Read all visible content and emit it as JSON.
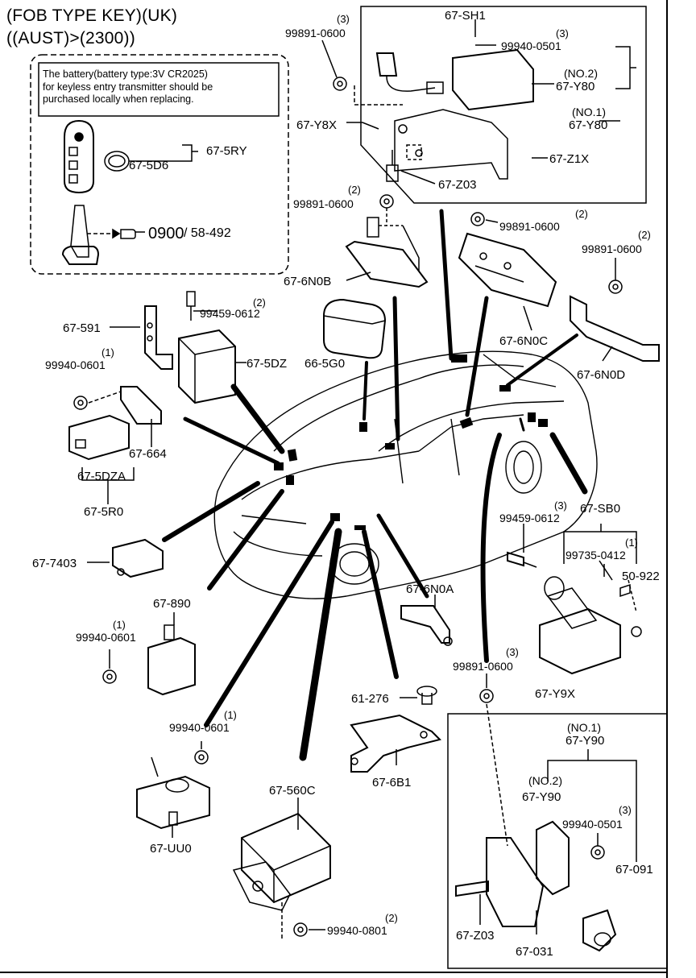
{
  "header": {
    "line1": "(FOB TYPE KEY)(UK)",
    "line2": "((AUST)>(2300))"
  },
  "note": {
    "line1": "The battery(battery type:3V CR2025)",
    "line2": "for keyless entry transmitter should be",
    "line3": "purchased locally when replacing."
  },
  "labels": {
    "p_67_5ry": "67-5RY",
    "p_67_5d6": "67-5D6",
    "ref_0900": "0900",
    "ref_58_492": "/ 58-492",
    "p_99891_0600_a": "99891-0600",
    "p_99891_0600_a_qty": "(3)",
    "p_67_y8x": "67-Y8X",
    "p_67_sh1": "67-SH1",
    "p_99940_0501_a": "99940-0501",
    "p_99940_0501_a_qty": "(3)",
    "p_no2_a": "(NO.2)",
    "p_67_y80_a": "67-Y80",
    "p_no1_a": "(NO.1)",
    "p_67_y80_b": "67-Y80",
    "p_67_z1x": "67-Z1X",
    "p_67_z03_a": "67-Z03",
    "p_99891_0600_b": "99891-0600",
    "p_99891_0600_b_qty": "(2)",
    "p_99891_0600_c": "99891-0600",
    "p_99891_0600_c_qty": "(2)",
    "p_99891_0600_d": "99891-0600",
    "p_99891_0600_d_qty": "(2)",
    "p_67_6n0b": "67-6N0B",
    "p_67_6n0c": "67-6N0C",
    "p_67_6n0d": "67-6N0D",
    "p_99459_0612_a": "99459-0612",
    "p_99459_0612_a_qty": "(2)",
    "p_67_591": "67-591",
    "p_67_5dz": "67-5DZ",
    "p_66_5g0": "66-5G0",
    "p_99940_0601_a": "99940-0601",
    "p_99940_0601_a_qty": "(1)",
    "p_67_664": "67-664",
    "p_67_5dza": "67-5DZA",
    "p_67_5r0": "67-5R0",
    "p_67_7403": "67-7403",
    "p_67_890": "67-890",
    "p_99940_0601_b": "99940-0601",
    "p_99940_0601_b_qty": "(1)",
    "p_67_6n0a": "67-6N0A",
    "p_99459_0612_b": "99459-0612",
    "p_99459_0612_b_qty": "(3)",
    "p_67_sb0": "67-SB0",
    "p_99735_0412": "99735-0412",
    "p_99735_0412_qty": "(1)",
    "p_50_922": "50-922",
    "p_99891_0600_e": "99891-0600",
    "p_99891_0600_e_qty": "(3)",
    "p_67_y9x": "67-Y9X",
    "p_61_276": "61-276",
    "p_67_6b1": "67-6B1",
    "p_99940_0601_c": "99940-0601",
    "p_99940_0601_c_qty": "(1)",
    "p_67_uu0": "67-UU0",
    "p_67_560c": "67-560C",
    "p_99940_0801": "99940-0801",
    "p_99940_0801_qty": "(2)",
    "p_no1_b": "(NO.1)",
    "p_67_y90_a": "67-Y90",
    "p_no2_b": "(NO.2)",
    "p_67_y90_b": "67-Y90",
    "p_99940_0501_b": "99940-0501",
    "p_99940_0501_b_qty": "(3)",
    "p_67_091": "67-091",
    "p_67_z03_b": "67-Z03",
    "p_67_031": "67-031"
  }
}
